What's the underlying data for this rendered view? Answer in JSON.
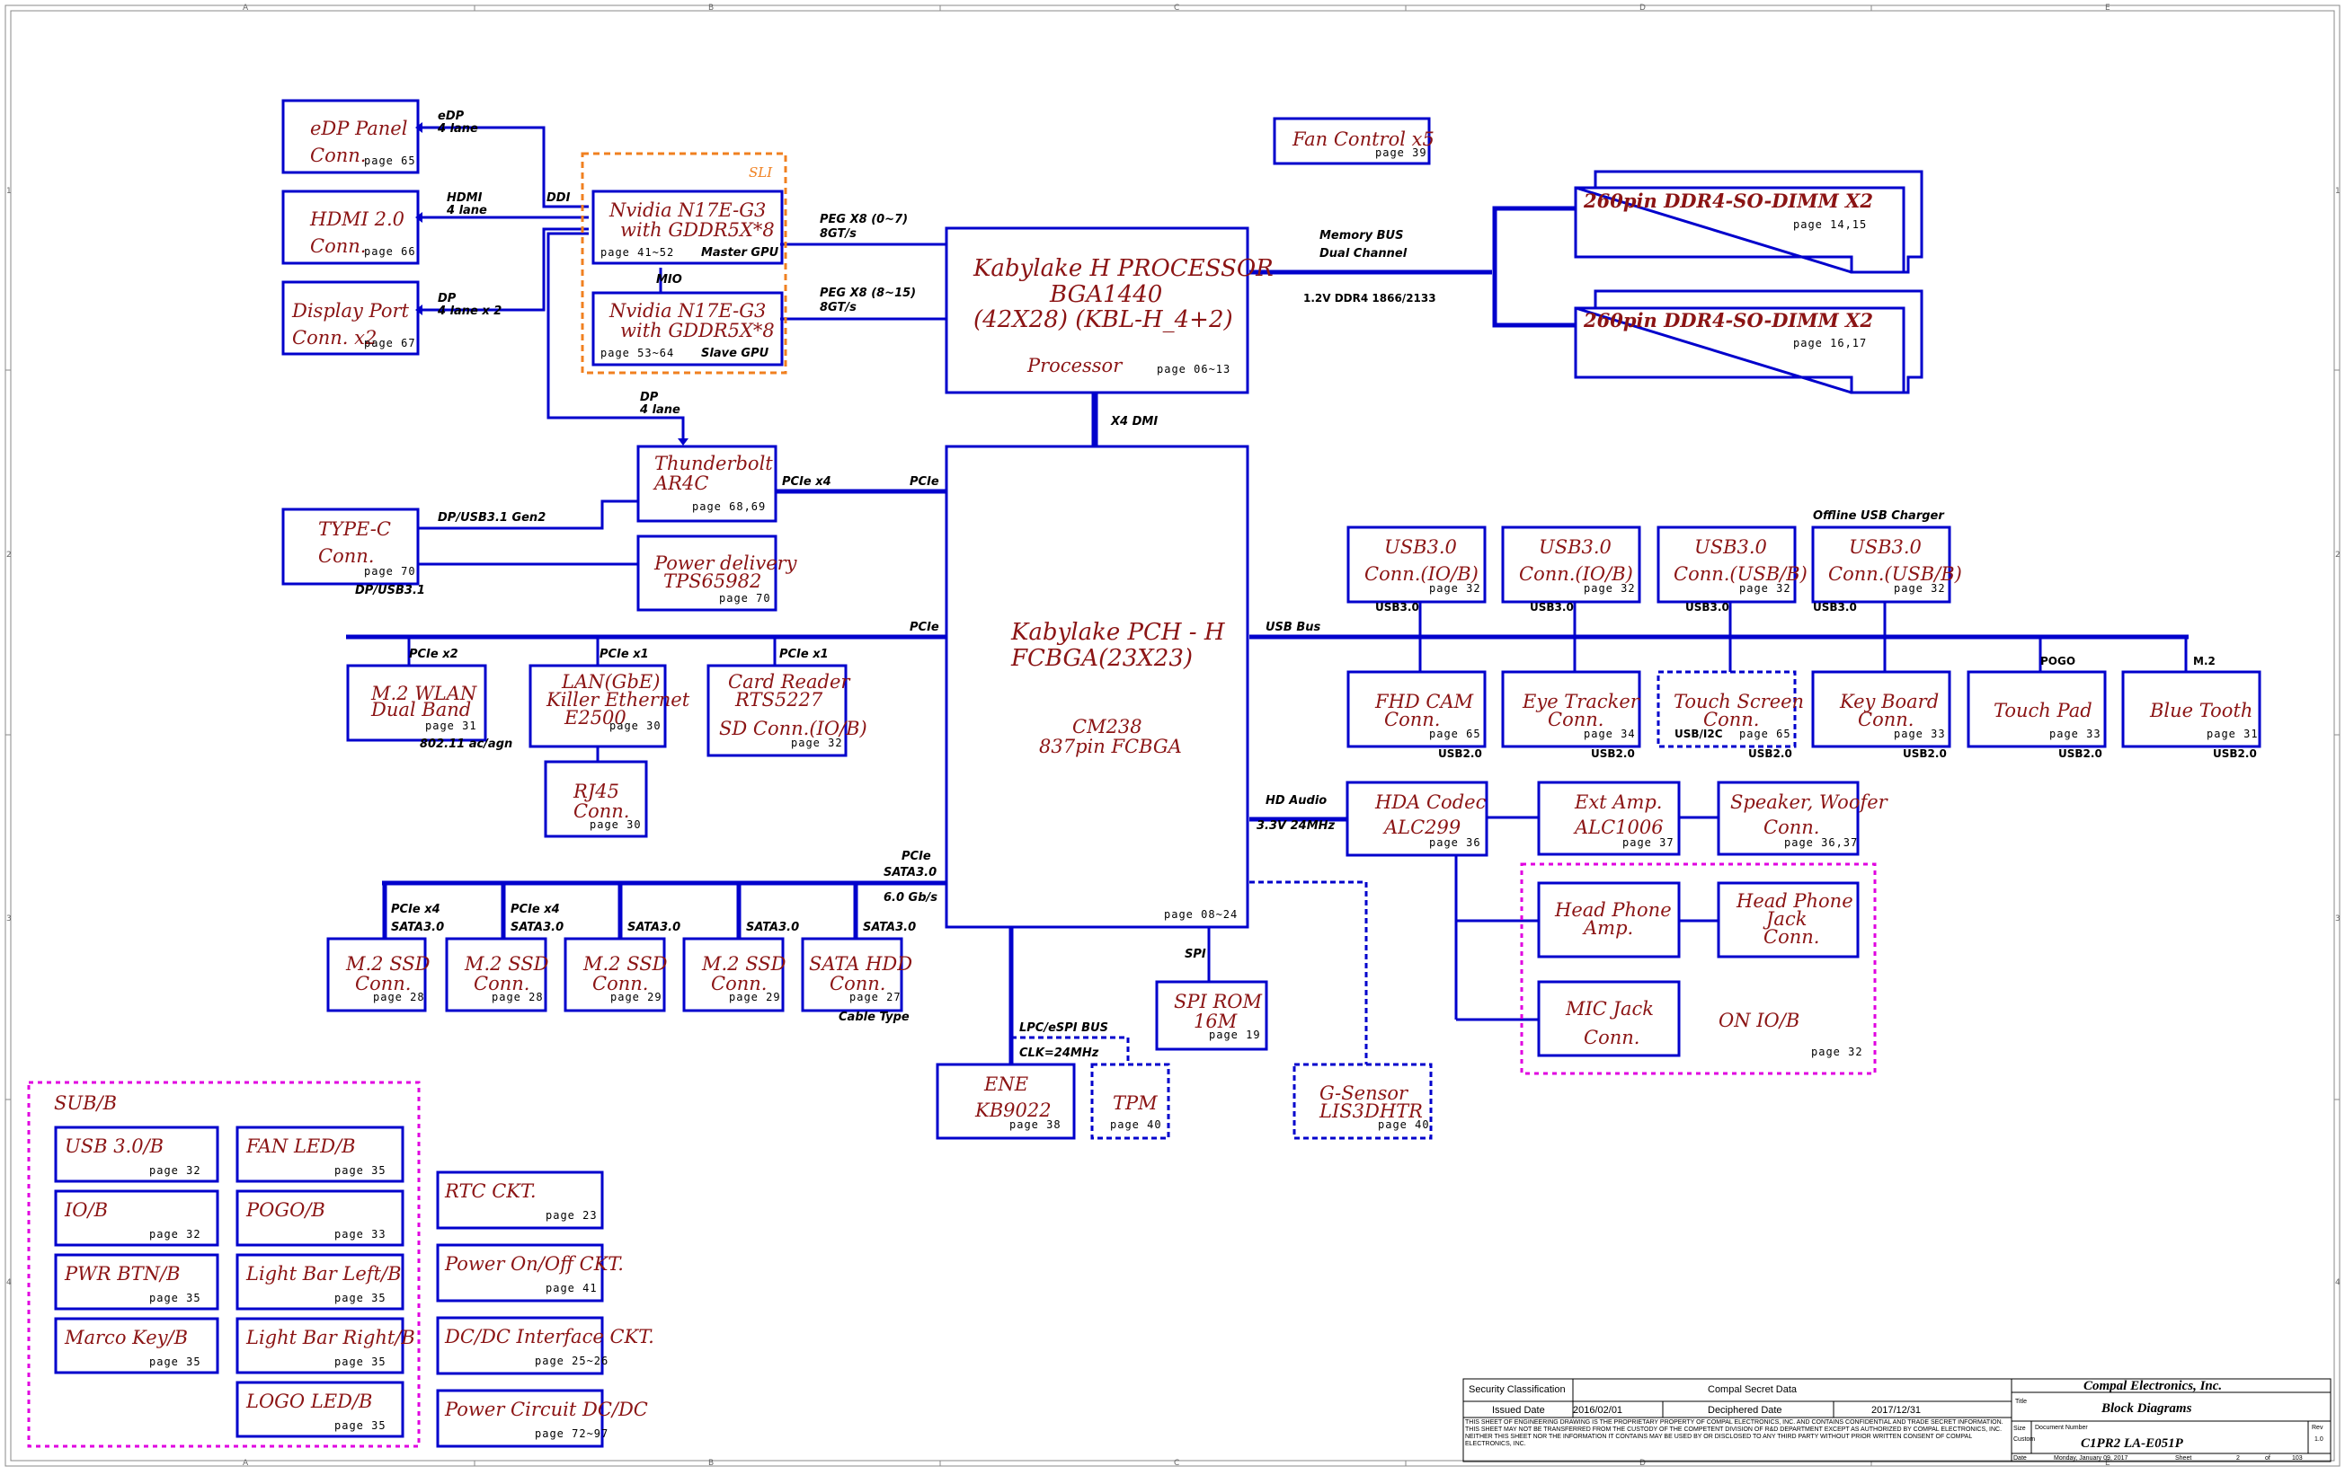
{
  "colors": {
    "wire": "#0000CC",
    "text": "#8B1414",
    "sub_border": "#E000E0",
    "sli_border": "#F08020"
  },
  "sli": {
    "label": "SLI"
  },
  "edp": {
    "l1": "eDP Panel",
    "l2": "Conn.",
    "page": "page 65",
    "bus1": "eDP",
    "bus2": "4 lane"
  },
  "hdmi": {
    "l1": "HDMI 2.0",
    "l2": "Conn.",
    "page": "page 66",
    "bus1": "HDMI",
    "bus2": "4 lane"
  },
  "dp": {
    "l1": "Display Port",
    "l2": "Conn. x2",
    "page": "page 67",
    "bus1": "DP",
    "bus2": "4 lane x 2"
  },
  "ddi": "DDI",
  "mio": "MIO",
  "gpu1": {
    "l1": "Nvidia N17E-G3",
    "l2": "with GDDR5X*8",
    "page": "page 41~52",
    "role": "Master GPU"
  },
  "gpu2": {
    "l1": "Nvidia N17E-G3",
    "l2": "with GDDR5X*8",
    "page": "page 53~64",
    "role": "Slave GPU"
  },
  "peg1": {
    "l1": "PEG X8 (0~7)",
    "l2": "8GT/s"
  },
  "peg2": {
    "l1": "PEG X8 (8~15)",
    "l2": "8GT/s"
  },
  "cpu": {
    "l1": "Kabylake H PROCESSOR",
    "l2": "BGA1440",
    "l3": "(42X28) (KBL-H_4+2)",
    "l4": "Processor",
    "page": "page 06~13"
  },
  "fan": {
    "l1": "Fan Control x5",
    "page": "page 39"
  },
  "membus": {
    "l1": "Memory BUS",
    "l2": "Dual Channel",
    "l3": "1.2V DDR4 1866/2133"
  },
  "dimm1": {
    "l1": "260pin DDR4-SO-DIMM X2",
    "page": "page 14,15"
  },
  "dimm2": {
    "l1": "260pin DDR4-SO-DIMM X2",
    "page": "page 16,17"
  },
  "dmi": "X4 DMI",
  "dp_tb": {
    "l1": "DP",
    "l2": "4 lane"
  },
  "tb": {
    "l1": "Thunderbolt",
    "l2": "AR4C",
    "page": "page 68,69"
  },
  "pcie_x4_tb": "PCIe x4",
  "pcie_lbl": "PCIe",
  "typec": {
    "l1": "TYPE-C",
    "l2": "Conn.",
    "page": "page 70",
    "bus1": "DP/USB3.1 Gen2",
    "bus2": "DP/USB3.1"
  },
  "pd": {
    "l1": "Power delivery",
    "l2": "TPS65982",
    "page": "page 70"
  },
  "wlan": {
    "bus": "PCIe x2",
    "l1": "M.2 WLAN",
    "l2": "Dual Band",
    "page": "page 31",
    "note": "802.11 ac/agn"
  },
  "lan": {
    "bus": "PCIe x1",
    "l1": "LAN(GbE)",
    "l2": "Killer Ethernet",
    "l3": "E2500",
    "page": "page 30"
  },
  "card": {
    "bus": "PCIe x1",
    "l1": "Card Reader",
    "l2": "RTS5227",
    "l3": "SD Conn.(IO/B)",
    "page": "page 32"
  },
  "rj45": {
    "l1": "RJ45",
    "l2": "Conn.",
    "page": "page 30"
  },
  "pch": {
    "l1": "Kabylake PCH - H",
    "l2": "FCBGA(23X23)",
    "l3": "CM238",
    "l4": "837pin FCBGA",
    "page": "page 08~24"
  },
  "storage_bus": {
    "l1": "PCIe",
    "l2": "SATA3.0",
    "l3": "6.0 Gb/s"
  },
  "ssd1": {
    "b1": "PCIe x4",
    "b2": "SATA3.0",
    "l1": "M.2 SSD",
    "l2": "Conn.",
    "page": "page 28"
  },
  "ssd2": {
    "b1": "PCIe x4",
    "b2": "SATA3.0",
    "l1": "M.2 SSD",
    "l2": "Conn.",
    "page": "page 28"
  },
  "ssd3": {
    "b1": "SATA3.0",
    "l1": "M.2 SSD",
    "l2": "Conn.",
    "page": "page 29"
  },
  "ssd4": {
    "b1": "SATA3.0",
    "l1": "M.2 SSD",
    "l2": "Conn.",
    "page": "page 29"
  },
  "hdd": {
    "b1": "SATA3.0",
    "l1": "SATA HDD",
    "l2": "Conn.",
    "page": "page 27",
    "note": "Cable Type"
  },
  "lpc": {
    "l1": "LPC/eSPI BUS",
    "l2": "CLK=24MHz"
  },
  "ene": {
    "l1": "ENE",
    "l2": "KB9022",
    "page": "page 38"
  },
  "tpm": {
    "l1": "TPM",
    "page": "page 40"
  },
  "spi": "SPI",
  "spirom": {
    "l1": "SPI ROM",
    "l2": "16M",
    "page": "page 19"
  },
  "gsensor": {
    "l1": "G-Sensor",
    "l2": "LIS3DHTR",
    "page": "page 40"
  },
  "usbbus": "USB Bus",
  "offline": "Offline USB Charger",
  "usb1": {
    "l1": "USB3.0",
    "l2": "Conn.(IO/B)",
    "page": "page 32",
    "bus": "USB3.0"
  },
  "usb2": {
    "l1": "USB3.0",
    "l2": "Conn.(IO/B)",
    "page": "page 32",
    "bus": "USB3.0"
  },
  "usb3": {
    "l1": "USB3.0",
    "l2": "Conn.(USB/B)",
    "page": "page 32",
    "bus": "USB3.0"
  },
  "usb4": {
    "l1": "USB3.0",
    "l2": "Conn.(USB/B)",
    "page": "page 32",
    "bus": "USB3.0"
  },
  "cam": {
    "l1": "FHD CAM",
    "l2": "Conn.",
    "page": "page 65",
    "bus": "USB2.0"
  },
  "eye": {
    "l1": "Eye Tracker",
    "l2": "Conn.",
    "page": "page 34",
    "bus": "USB2.0"
  },
  "touch": {
    "l1": "Touch Screen",
    "l2": "Conn.",
    "page": "page 65",
    "bus": "USB/I2C",
    "bus2": "USB2.0"
  },
  "kb": {
    "l1": "Key Board",
    "l2": "Conn.",
    "page": "page 33",
    "bus": "USB2.0"
  },
  "tpad": {
    "l1": "Touch Pad",
    "page": "page 33",
    "bus": "USB2.0",
    "top": "POGO"
  },
  "bt": {
    "l1": "Blue Tooth",
    "page": "page 31",
    "bus": "USB2.0",
    "top": "M.2"
  },
  "hda": {
    "l1": "HD Audio",
    "l2": "3.3V 24MHz"
  },
  "codec": {
    "l1": "HDA Codec",
    "l2": "ALC299",
    "page": "page 36"
  },
  "amp": {
    "l1": "Ext Amp.",
    "l2": "ALC1006",
    "page": "page 37"
  },
  "spk": {
    "l1": "Speaker, Woofer",
    "l2": "Conn.",
    "page": "page 36,37"
  },
  "hpamp": {
    "l1": "Head Phone",
    "l2": "Amp."
  },
  "hpjack": {
    "l1": "Head Phone",
    "l2": "Jack",
    "l3": "Conn."
  },
  "mic": {
    "l1": "MIC Jack",
    "l2": "Conn."
  },
  "onio": {
    "l1": "ON IO/B",
    "page": "page 32"
  },
  "subb": {
    "title": "SUB/B",
    "items": [
      {
        "l": "USB 3.0/B",
        "p": "page 32"
      },
      {
        "l": "FAN LED/B",
        "p": "page 35"
      },
      {
        "l": "IO/B",
        "p": "page 32"
      },
      {
        "l": "POGO/B",
        "p": "page 33"
      },
      {
        "l": "PWR BTN/B",
        "p": "page 35"
      },
      {
        "l": "Light Bar Left/B",
        "p": "page 35"
      },
      {
        "l": "Marco Key/B",
        "p": "page 35"
      },
      {
        "l": "Light Bar Right/B",
        "p": "page 35"
      },
      {
        "l": "LOGO LED/B",
        "p": "page 35"
      }
    ]
  },
  "misc": [
    {
      "l": "RTC CKT.",
      "p": "page 23"
    },
    {
      "l": "Power On/Off CKT.",
      "p": "page 41"
    },
    {
      "l": "DC/DC Interface CKT.",
      "p": "page 25~26"
    },
    {
      "l": "Power Circuit DC/DC",
      "p": "page 72~97"
    }
  ],
  "ruler": {
    "cols": [
      "A",
      "B",
      "C",
      "D",
      "E"
    ],
    "rows": [
      "1",
      "2",
      "3",
      "4"
    ]
  },
  "titleblock": {
    "sec_class": "Security Classification",
    "secret": "Compal Secret Data",
    "issued_lbl": "Issued Date",
    "issued": "2016/02/01",
    "decipher_lbl": "Deciphered Date",
    "decipher": "2017/12/31",
    "company": "Compal Electronics, Inc.",
    "title_lbl": "Title",
    "title": "Block Diagrams",
    "legal": "THIS SHEET OF ENGINEERING DRAWING IS THE PROPRIETARY PROPERTY OF COMPAL ELECTRONICS, INC. AND CONTAINS CONFIDENTIAL AND TRADE SECRET INFORMATION. THIS SHEET MAY NOT BE TRANSFERRED FROM THE CUSTODY OF THE COMPETENT DIVISION OF R&D DEPARTMENT EXCEPT AS AUTHORIZED BY COMPAL ELECTRONICS, INC. NEITHER THIS SHEET NOR THE INFORMATION IT CONTAINS MAY BE USED BY OR DISCLOSED TO ANY THIRD PARTY WITHOUT PRIOR WRITTEN CONSENT OF COMPAL ELECTRONICS, INC.",
    "size_lbl": "Size",
    "size": "Custom",
    "docnum_lbl": "Document Number",
    "docnum": "C1PR2 LA-E051P",
    "rev_lbl": "Rev",
    "rev": "1.0",
    "date_lbl": "Date",
    "date": "Monday, January 09, 2017",
    "sheet_lbl": "Sheet",
    "sheet": "2",
    "of_lbl": "of",
    "of": "103"
  }
}
